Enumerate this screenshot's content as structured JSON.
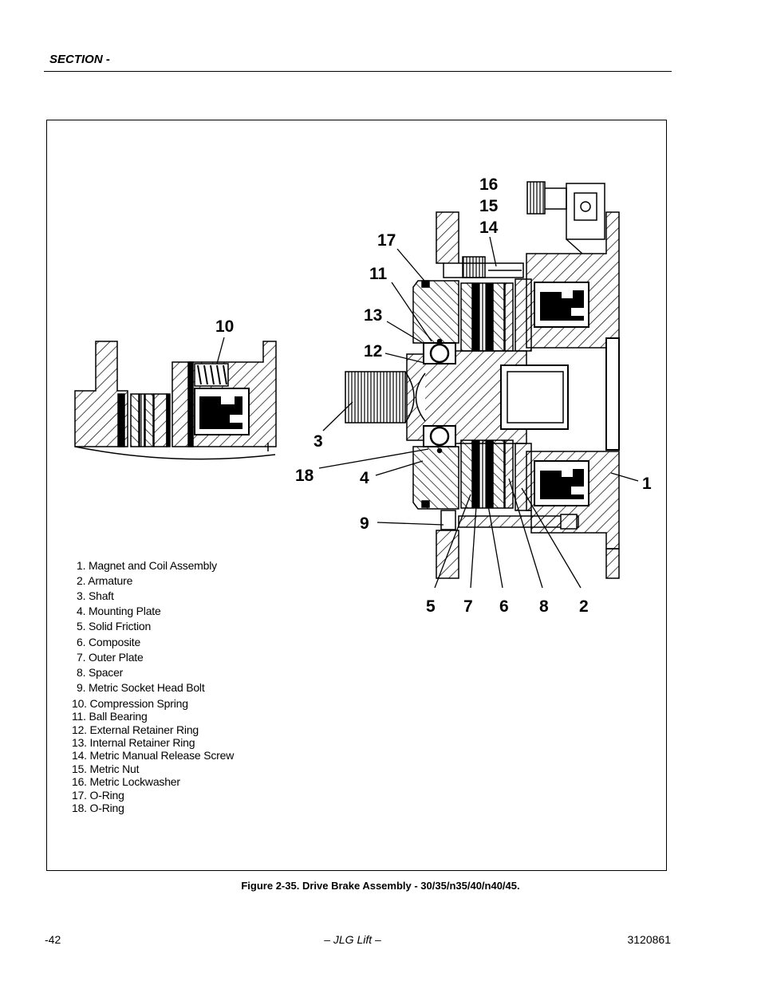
{
  "header": {
    "section": "SECTION  -"
  },
  "callouts": [
    "16",
    "15",
    "14",
    "17",
    "11",
    "13",
    "12",
    "10",
    "3",
    "18",
    "4",
    "1",
    "9",
    "5",
    "7",
    "6",
    "8",
    "2"
  ],
  "legend": [
    "1. Magnet and Coil Assembly",
    "2. Armature",
    "3. Shaft",
    "4. Mounting Plate",
    "5. Solid Friction",
    "6. Composite",
    "7. Outer Plate",
    "8. Spacer",
    "9. Metric Socket Head Bolt",
    "10. Compression Spring",
    "11. Ball Bearing",
    "12. External Retainer Ring",
    "13. Internal Retainer Ring",
    "14. Metric Manual Release Screw",
    "15. Metric Nut",
    "16. Metric Lockwasher",
    "17. O-Ring",
    "18. O-Ring"
  ],
  "caption": "Figure 2-35.  Drive Brake Assembly - 30/35/n35/40/n40/45.",
  "footer": {
    "page": "-42",
    "center": "– JLG Lift –",
    "doc_number": "3120861"
  }
}
